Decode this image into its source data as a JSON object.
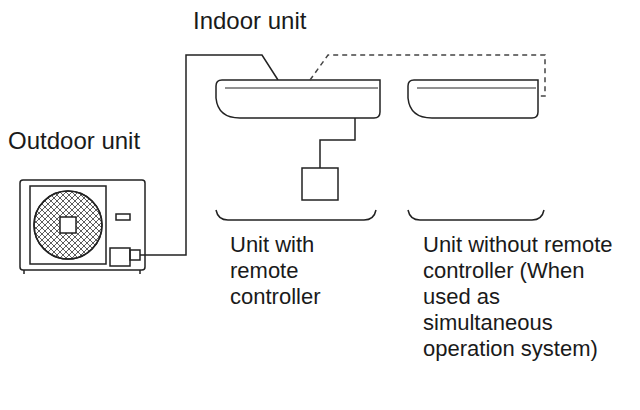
{
  "diagram": {
    "labels": [
      "Indoor unit",
      "Outdoor unit",
      "Unit with remote controller",
      "Unit without remote controller (When used as simultaneous operation system)"
    ]
  }
}
